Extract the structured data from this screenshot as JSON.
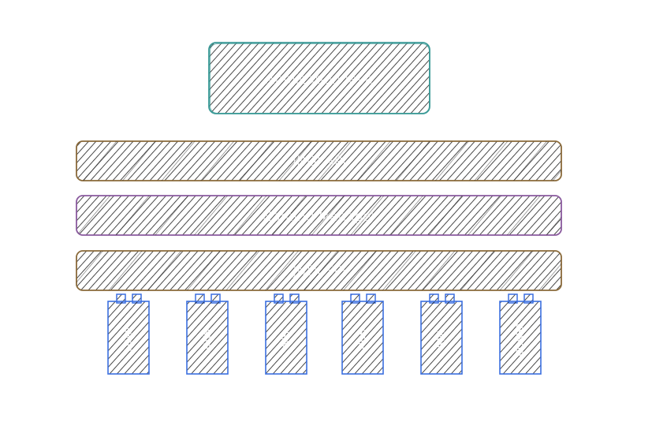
{
  "diagram": {
    "top_box": {
      "label": "Application Java",
      "color": "#3a9a97"
    },
    "layers": [
      {
        "id": "jndi-api",
        "label": "JNDI API",
        "color": "#8a6a3a"
      },
      {
        "id": "naming-manager",
        "label": "Naming Manager",
        "color": "#8a5a9e"
      },
      {
        "id": "jndi-spi",
        "label": "JNDI SPI",
        "color": "#8a6a3a"
      }
    ],
    "providers": {
      "color": "#3b6fe0",
      "items": [
        {
          "id": "ldap",
          "label": "LDAP"
        },
        {
          "id": "dns",
          "label": "DNS"
        },
        {
          "id": "nis",
          "label": "NIS"
        },
        {
          "id": "nds",
          "label": "NDS"
        },
        {
          "id": "rmi",
          "label": "RMI"
        },
        {
          "id": "corba",
          "label": "CORBA"
        }
      ]
    }
  }
}
